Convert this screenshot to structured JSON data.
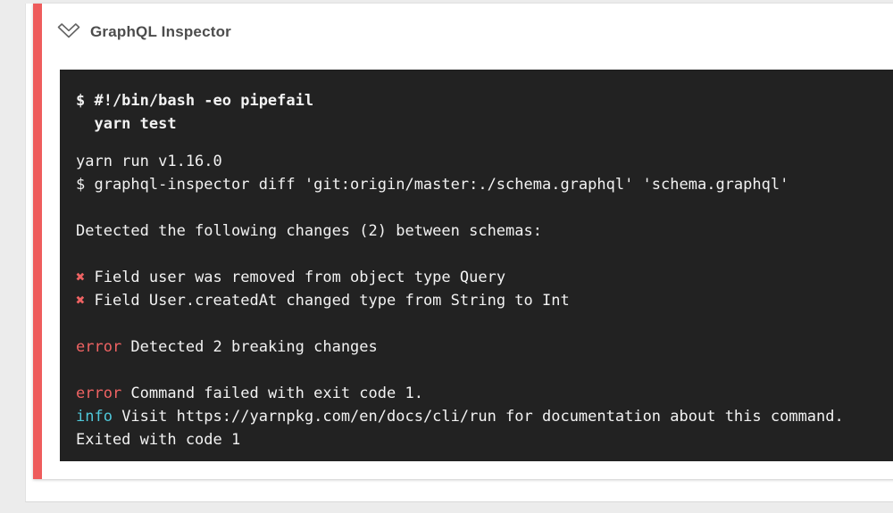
{
  "colors": {
    "accent_red": "#ee5c5c",
    "terminal_bg": "#222222",
    "terminal_text": "#f2f2f2",
    "error_red": "#ef6363",
    "info_cyan": "#4fc8da"
  },
  "header": {
    "title": "GraphQL Inspector",
    "collapse_icon": "chevron-down-outline"
  },
  "terminal": {
    "lines": [
      {
        "segments": [
          {
            "text": "$ #!/bin/bash -eo pipefail",
            "bold": true
          }
        ]
      },
      {
        "segments": [
          {
            "text": "  yarn test",
            "bold": true
          }
        ]
      },
      {
        "segments": []
      },
      {
        "segments": [
          {
            "text": "yarn run v1.16.0"
          }
        ]
      },
      {
        "segments": [
          {
            "text": "$ graphql-inspector diff 'git:origin/master:./schema.graphql' 'schema.graphql'"
          }
        ]
      },
      {
        "segments": []
      },
      {
        "segments": [
          {
            "text": "Detected the following changes (2) between schemas:"
          }
        ]
      },
      {
        "segments": []
      },
      {
        "segments": [
          {
            "text": "✖",
            "color": "red",
            "icon": "cross-mark-icon"
          },
          {
            "text": " Field user was removed from object type Query"
          }
        ]
      },
      {
        "segments": [
          {
            "text": "✖",
            "color": "red",
            "icon": "cross-mark-icon"
          },
          {
            "text": " Field User.createdAt changed type from String to Int"
          }
        ]
      },
      {
        "segments": []
      },
      {
        "segments": [
          {
            "text": "error",
            "color": "red",
            "label": true
          },
          {
            "text": " Detected 2 breaking changes"
          }
        ]
      },
      {
        "segments": []
      },
      {
        "segments": [
          {
            "text": "error",
            "color": "red",
            "label": true
          },
          {
            "text": " Command failed with exit code 1."
          }
        ]
      },
      {
        "segments": [
          {
            "text": "info",
            "color": "cyan",
            "label": true
          },
          {
            "text": " Visit https://yarnpkg.com/en/docs/cli/run for documentation about this command."
          }
        ]
      },
      {
        "segments": [
          {
            "text": "Exited with code 1"
          }
        ]
      }
    ]
  }
}
